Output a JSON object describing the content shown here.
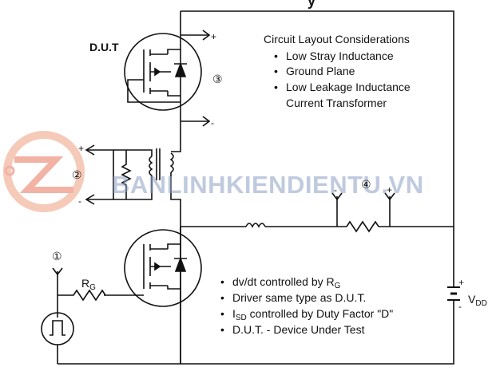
{
  "title_fragment": "y",
  "dut_label": "D.U.T",
  "layout_box": {
    "heading": "Circuit Layout Considerations",
    "items": [
      "Low Stray Inductance",
      "Ground Plane",
      "Low Leakage Inductance",
      "Current Transformer"
    ]
  },
  "notes": [
    {
      "pre": "dv/dt controlled by R",
      "sub": "G",
      "post": ""
    },
    {
      "pre": "Driver same type as D.U.T.",
      "sub": "",
      "post": ""
    },
    {
      "pre": "I",
      "sub": "SD",
      "post": " controlled by Duty Factor \"D\""
    },
    {
      "pre": "D.U.T. - Device Under Test",
      "sub": "",
      "post": ""
    }
  ],
  "markers": {
    "m1": "①",
    "m2": "②",
    "m3": "③",
    "m4": "④"
  },
  "resistor_label": {
    "main": "R",
    "sub": "G"
  },
  "supply_label": {
    "main": "V",
    "sub": "DD"
  },
  "polarity": {
    "plus": "+",
    "minus": "-"
  },
  "watermark": "BANLINHKIENDIENTU.VN",
  "colors": {
    "line": "#111111",
    "watermark_text": "#8ea0c4",
    "watermark_logo": "#e8745a"
  }
}
